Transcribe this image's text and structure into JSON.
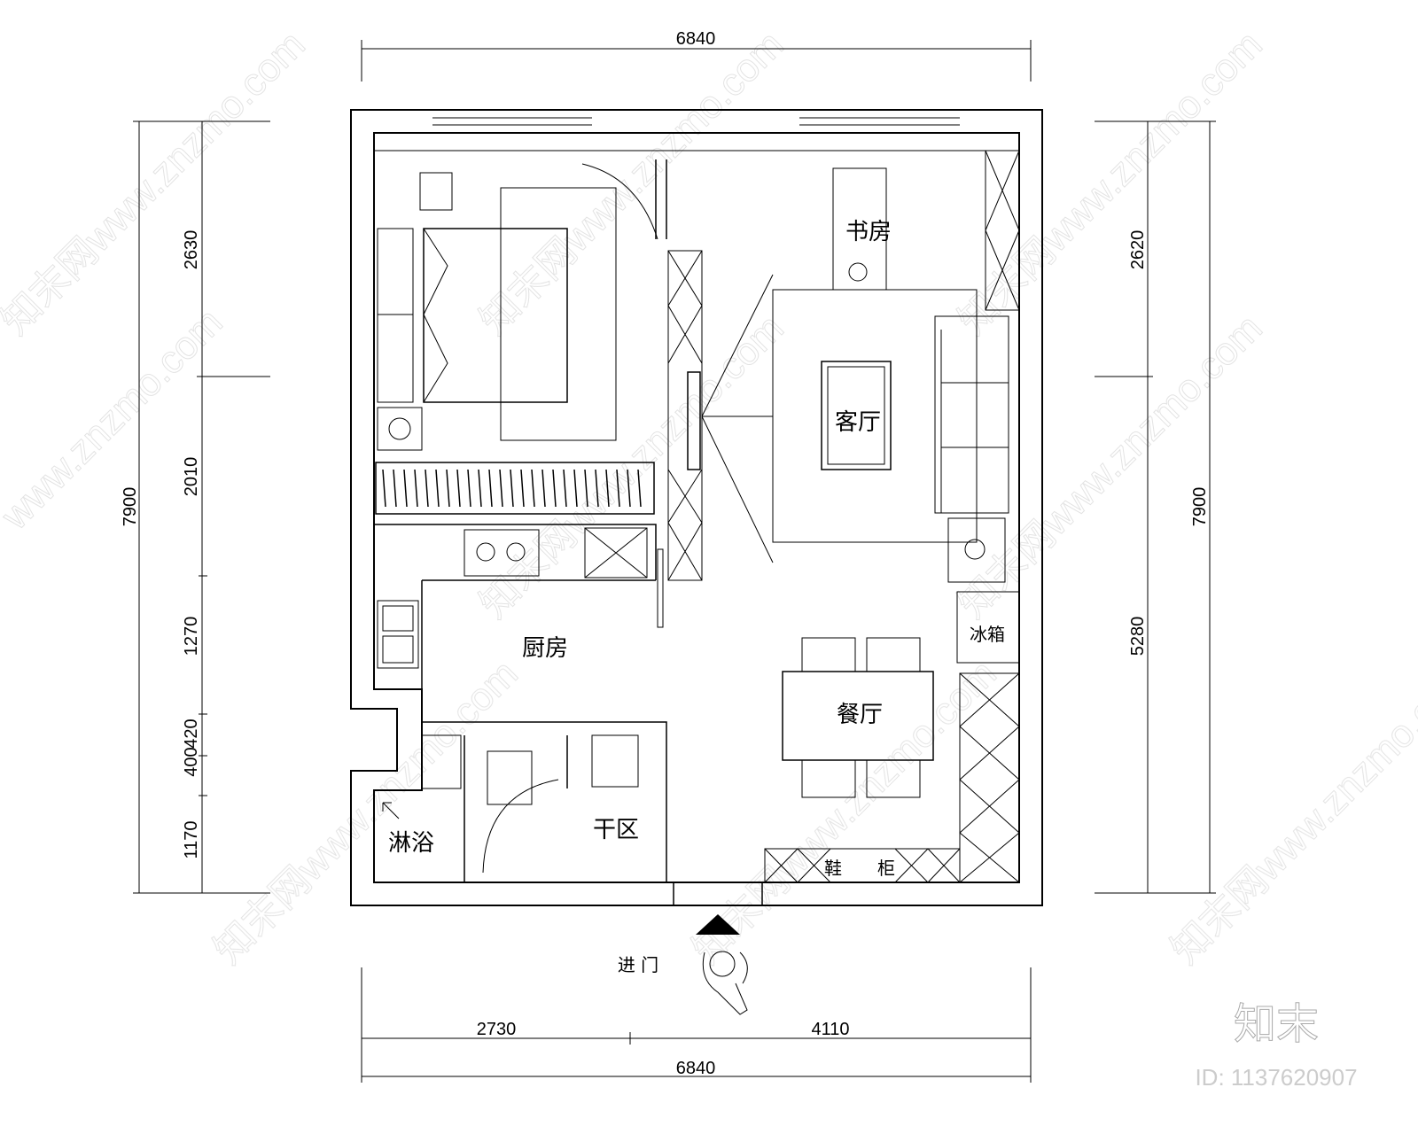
{
  "dimensions": {
    "top_total": "6840",
    "bottom_total": "6840",
    "bottom_left": "2730",
    "bottom_right": "4110",
    "left_total": "7900",
    "left_segments": [
      "2630",
      "2010",
      "1270",
      "420",
      "400",
      "1170"
    ],
    "right_total": "7900",
    "right_segments": [
      "2620",
      "5280"
    ]
  },
  "rooms": {
    "study": "书房",
    "living": "客厅",
    "kitchen": "厨房",
    "dining": "餐厅",
    "fridge": "冰箱",
    "shower": "淋浴",
    "dry_area": "干区",
    "shoe_cabinet_1": "鞋",
    "shoe_cabinet_2": "柜"
  },
  "entrance": {
    "label": "进 门",
    "icon": "entrance-arrow-icon"
  },
  "watermark": {
    "logo": "知末",
    "id": "ID: 1137620907",
    "site": "www.znzmo.com"
  }
}
